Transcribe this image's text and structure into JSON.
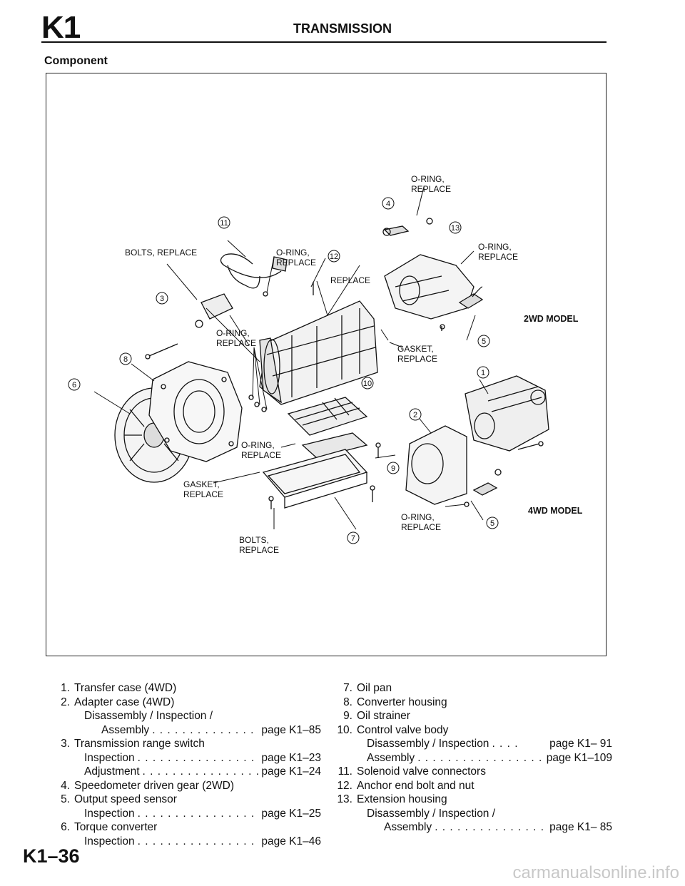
{
  "header": {
    "code": "K1",
    "title": "TRANSMISSION"
  },
  "section_title": "Component",
  "figure": {
    "callouts": {
      "oring_top": [
        "O-RING,",
        "REPLACE"
      ],
      "oring_right": [
        "O-RING,",
        "REPLACE"
      ],
      "bolts_replace": "BOLTS, REPLACE",
      "oring_mid": [
        "O-RING,",
        "REPLACE"
      ],
      "replace": "REPLACE",
      "oring_left": [
        "O-RING,",
        "REPLACE"
      ],
      "gasket_mid": [
        "GASKET,",
        "REPLACE"
      ],
      "oring_low": [
        "O-RING,",
        "REPLACE"
      ],
      "gasket_low": [
        "GASKET,",
        "REPLACE"
      ],
      "bolts_bottom": [
        "BOLTS,",
        "REPLACE"
      ],
      "oring_4wd": [
        "O-RING,",
        "REPLACE"
      ]
    },
    "models": {
      "two_wd": "2WD MODEL",
      "four_wd": "4WD MODEL"
    },
    "numbers": [
      "1",
      "2",
      "3",
      "4",
      "5",
      "6",
      "7",
      "8",
      "9",
      "10",
      "11",
      "12",
      "13"
    ]
  },
  "legend": {
    "left": [
      {
        "num": "1.",
        "text": "Transfer case (4WD)"
      },
      {
        "num": "2.",
        "text": "Adapter case (4WD)",
        "sub": [
          {
            "label": "Disassembly / Inspection /",
            "dots": "",
            "ref": ""
          },
          {
            "label": "Assembly",
            "dots": ". . . . . . . . . . . . . . . . .",
            "ref": "page K1–85",
            "indent": 2
          }
        ]
      },
      {
        "num": "3.",
        "text": "Transmission range switch",
        "sub": [
          {
            "label": "Inspection",
            "dots": ". . . . . . . . . . . . . . . . . .",
            "ref": "page K1–23"
          },
          {
            "label": "Adjustment",
            "dots": ". . . . . . . . . . . . . . . . .",
            "ref": "page K1–24"
          }
        ]
      },
      {
        "num": "4.",
        "text": "Speedometer driven gear (2WD)"
      },
      {
        "num": "5.",
        "text": "Output speed sensor",
        "sub": [
          {
            "label": "Inspection",
            "dots": ". . . . . . . . . . . . . . . . . .",
            "ref": "page K1–25"
          }
        ]
      },
      {
        "num": "6.",
        "text": "Torque converter",
        "sub": [
          {
            "label": "Inspection",
            "dots": ". . . . . . . . . . . . . . . . . .",
            "ref": "page K1–46"
          }
        ]
      }
    ],
    "right": [
      {
        "num": "7.",
        "text": "Oil pan"
      },
      {
        "num": "8.",
        "text": "Converter housing"
      },
      {
        "num": "9.",
        "text": "Oil strainer"
      },
      {
        "num": "10.",
        "text": "Control valve body",
        "sub": [
          {
            "label": "Disassembly / Inspection",
            "dots": ". . . .",
            "ref": "page K1– 91"
          },
          {
            "label": "Assembly",
            "dots": ". . . . . . . . . . . . . . . . .",
            "ref": "page K1–109"
          }
        ]
      },
      {
        "num": "11.",
        "text": "Solenoid valve connectors"
      },
      {
        "num": "12.",
        "text": "Anchor end bolt and nut"
      },
      {
        "num": "13.",
        "text": "Extension housing",
        "sub": [
          {
            "label": "Disassembly / Inspection /",
            "dots": "",
            "ref": ""
          },
          {
            "label": "Assembly",
            "dots": ". . . . . . . . . . . . . . . .",
            "ref": "page K1– 85",
            "indent": 2
          }
        ]
      }
    ]
  },
  "footer": {
    "page_code": "K1–36"
  },
  "watermark": "carmanualsonline.info"
}
